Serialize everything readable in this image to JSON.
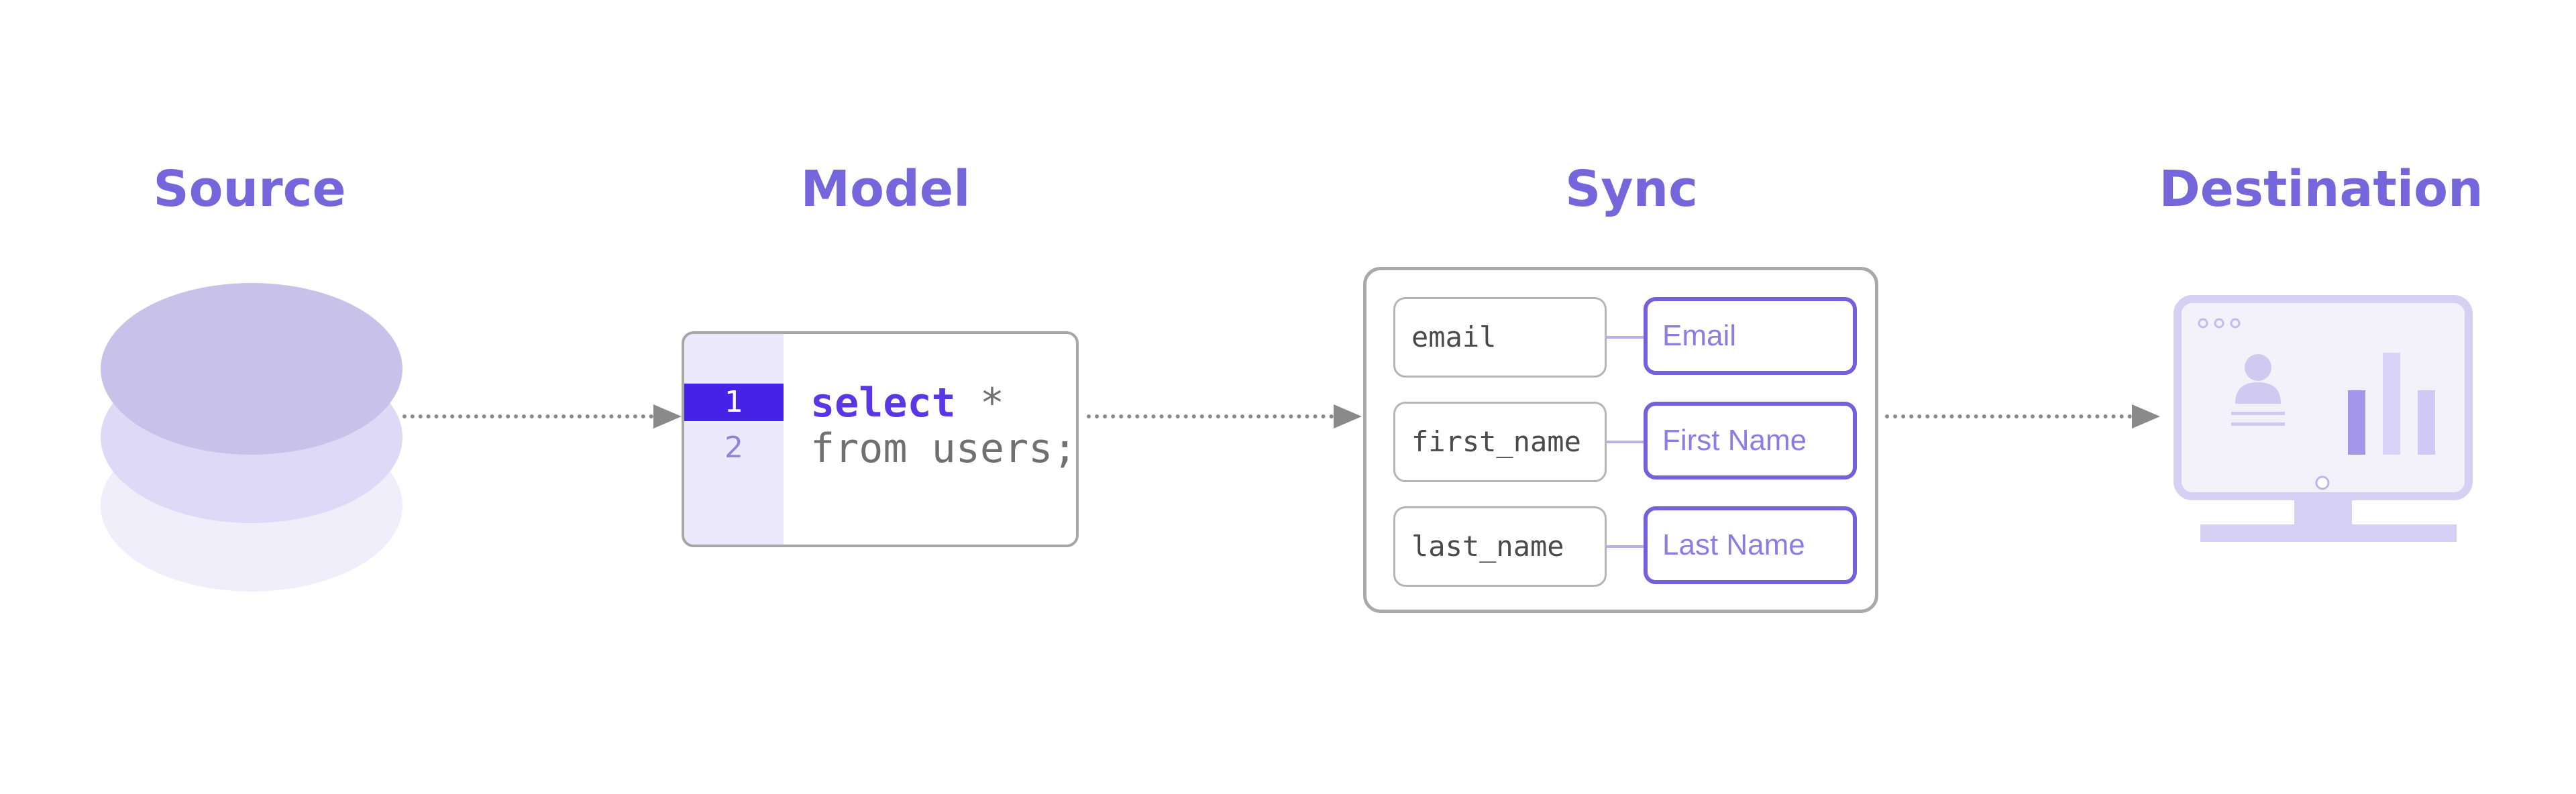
{
  "titles": {
    "source": "Source",
    "model": "Model",
    "sync": "Sync",
    "destination": "Destination"
  },
  "colors": {
    "title": "#7566dc",
    "accent": "#4523e6",
    "keyword": "#5a37e6",
    "arrow": "#8a8a8a",
    "db_top": "#c8c2ea",
    "db_middle": "#ddd9f6",
    "db_bottom": "#f0eefb",
    "monitor": "#d6d0f4"
  },
  "model": {
    "line_numbers": [
      "1",
      "2"
    ],
    "active_line": "1",
    "code": {
      "line1_keyword": "select",
      "line1_rest": " *",
      "line2": "from users;"
    }
  },
  "sync": {
    "mappings": [
      {
        "source_field": "email",
        "destination_field": "Email"
      },
      {
        "source_field": "first_name",
        "destination_field": "First Name"
      },
      {
        "source_field": "last_name",
        "destination_field": "Last Name"
      }
    ]
  },
  "icons": {
    "source": "database-icon",
    "destination": "monitor-dashboard-icon",
    "connector": "dotted-arrow-icon"
  }
}
